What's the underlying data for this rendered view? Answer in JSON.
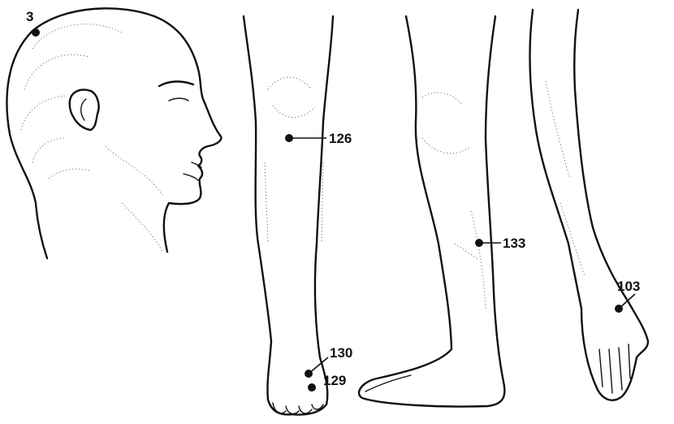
{
  "points": [
    {
      "id": "point-3",
      "label": "3",
      "region": "head"
    },
    {
      "id": "point-126",
      "label": "126",
      "region": "knee"
    },
    {
      "id": "point-133",
      "label": "133",
      "region": "lower-leg"
    },
    {
      "id": "point-103",
      "label": "103",
      "region": "hand"
    },
    {
      "id": "point-130",
      "label": "130",
      "region": "ankle"
    },
    {
      "id": "point-129",
      "label": "129",
      "region": "foot"
    }
  ],
  "colors": {
    "ink": "#111111",
    "background": "#ffffff"
  }
}
